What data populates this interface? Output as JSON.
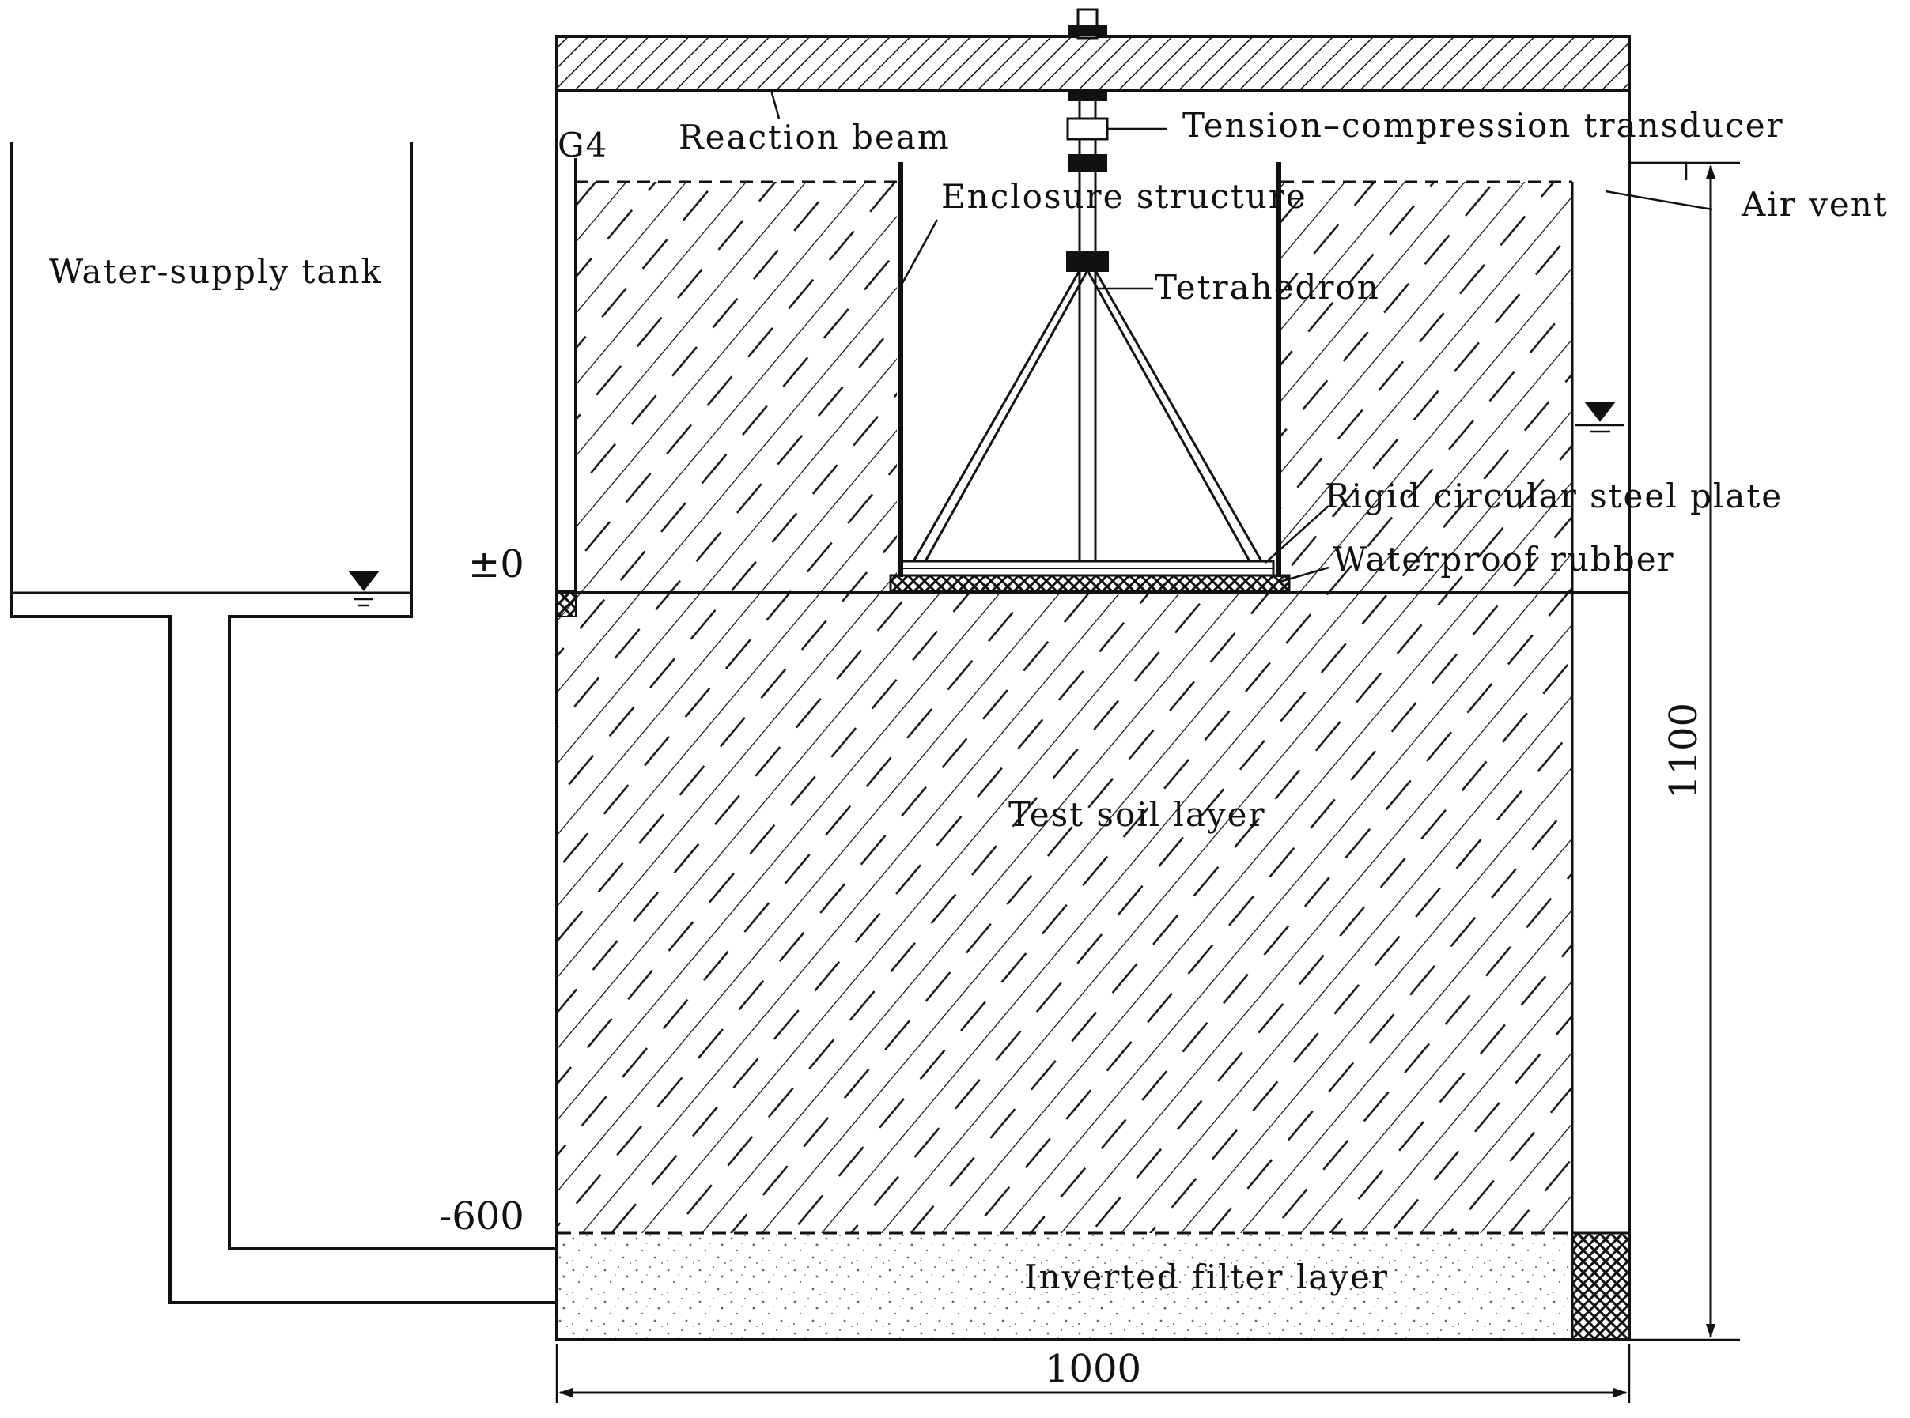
{
  "labels": {
    "reaction_beam": "Reaction beam",
    "transducer": "Tension–compression transducer",
    "g4": "G4",
    "enclosure": "Enclosure structure",
    "air_vent": "Air vent",
    "water_tank": "Water-supply tank",
    "tetrahedron": "Tetrahedron",
    "steel_plate": "Rigid circular steel plate",
    "rubber": "Waterproof rubber",
    "zero_level": "±0",
    "test_soil": "Test soil layer",
    "minus_600": "-600",
    "filter": "Inverted filter layer",
    "dim_height": "1100",
    "dim_width": "1000"
  }
}
